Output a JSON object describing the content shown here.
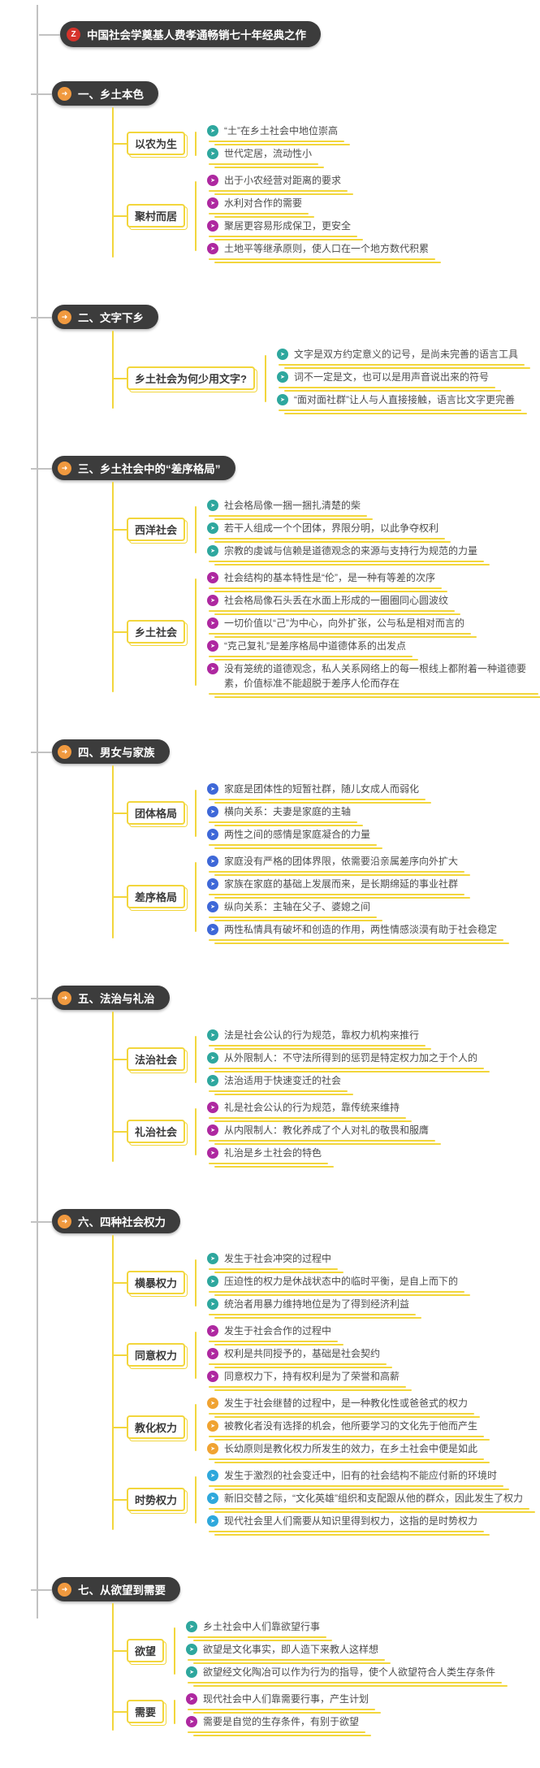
{
  "title": {
    "text": "中国社会学奠基人费孝通畅销七十年经典之作"
  },
  "icons": {
    "title_badge": "red-circle-Z-badge",
    "topic_arrow": "orange-circle-right-arrow",
    "leaf_marker": "colored-circle-arrow"
  },
  "colors": {
    "spine_grey": "#c2c2c2",
    "branch_yellow": "#f2d63c",
    "pill_bg": "#3c3c3c",
    "pill_icon_orange": "#f0993f",
    "title_icon_red": "#d6332b",
    "marker_teal": "#2ea79e",
    "marker_magenta": "#ae28a0",
    "marker_blue": "#3e68d8",
    "marker_orange": "#f0a332",
    "marker_lightblue": "#2fa8dc"
  },
  "sections": [
    {
      "label": "一、乡土本色",
      "subtopics": [
        {
          "label": "以农为生",
          "icon_color": "#2ea79e",
          "leaves": [
            "“土”在乡土社会中地位崇高",
            "世代定居，流动性小"
          ]
        },
        {
          "label": "聚村而居",
          "icon_color": "#ae28a0",
          "leaves": [
            "出于小农经营对距离的要求",
            "水利对合作的需要",
            "聚居更容易形成保卫，更安全",
            "土地平等继承原则，使人口在一个地方数代积累"
          ]
        }
      ]
    },
    {
      "label": "二、文字下乡",
      "subtopics": [
        {
          "label": "乡土社会为何少用文字?",
          "icon_color": "#2ea79e",
          "leaves": [
            "文字是双方约定意义的记号，是尚未完善的语言工具",
            "词不一定是文，也可以是用声音说出来的符号",
            "“面对面社群”让人与人直接接触，语言比文字更完善"
          ]
        }
      ]
    },
    {
      "label": "三、乡土社会中的“差序格局”",
      "subtopics": [
        {
          "label": "西洋社会",
          "icon_color": "#2ea79e",
          "leaves": [
            "社会格局像一捆一捆扎清楚的柴",
            "若干人组成一个个团体，界限分明，以此争夺权利",
            "宗教的虔诚与信赖是道德观念的来源与支持行为规范的力量"
          ]
        },
        {
          "label": "乡土社会",
          "icon_color": "#ae28a0",
          "leaves": [
            "社会结构的基本特性是“伦”，是一种有等差的次序",
            "社会格局像石头丢在水面上形成的一圈圈同心圆波纹",
            "一切价值以“己”为中心，向外扩张，公与私是相对而言的",
            "“克己复礼”是差序格局中道德体系的出发点",
            "没有笼统的道德观念，私人关系网络上的每一根线上都附着一种道德要素，价值标准不能超脱于差序人伦而存在"
          ]
        }
      ]
    },
    {
      "label": "四、男女与家族",
      "subtopics": [
        {
          "label": "团体格局",
          "icon_color": "#3e68d8",
          "leaves": [
            "家庭是团体性的短暂社群，随儿女成人而弱化",
            "横向关系：夫妻是家庭的主轴",
            "两性之间的感情是家庭凝合的力量"
          ]
        },
        {
          "label": "差序格局",
          "icon_color": "#3e68d8",
          "leaves": [
            "家庭没有严格的团体界限，依需要沿亲属差序向外扩大",
            "家族在家庭的基础上发展而来，是长期绵延的事业社群",
            "纵向关系：主轴在父子、婆媳之间",
            "两性私情具有破坏和创造的作用，两性情感淡漠有助于社会稳定"
          ]
        }
      ]
    },
    {
      "label": "五、法治与礼治",
      "subtopics": [
        {
          "label": "法治社会",
          "icon_color": "#2ea79e",
          "leaves": [
            "法是社会公认的行为规范，靠权力机构来推行",
            "从外限制人：不守法所得到的惩罚是特定权力加之于个人的",
            "法治适用于快速变迁的社会"
          ]
        },
        {
          "label": "礼治社会",
          "icon_color": "#ae28a0",
          "leaves": [
            "礼是社会公认的行为规范，靠传统来维持",
            "从内限制人：教化养成了个人对礼的敬畏和服膺",
            "礼治是乡土社会的特色"
          ]
        }
      ]
    },
    {
      "label": "六、四种社会权力",
      "subtopics": [
        {
          "label": "横暴权力",
          "icon_color": "#2ea79e",
          "leaves": [
            "发生于社会冲突的过程中",
            "压迫性的权力是休战状态中的临时平衡，是自上而下的",
            "统治者用暴力维持地位是为了得到经济利益"
          ]
        },
        {
          "label": "同意权力",
          "icon_color": "#ae28a0",
          "leaves": [
            "发生于社会合作的过程中",
            "权利是共同授予的，基础是社会契约",
            "同意权力下，持有权利是为了荣誉和高薪"
          ]
        },
        {
          "label": "教化权力",
          "icon_color": "#f0a332",
          "leaves": [
            "发生于社会继替的过程中，是一种教化性或爸爸式的权力",
            "被教化者没有选择的机会，他所要学习的文化先于他而产生",
            "长幼原则是教化权力所发生的效力，在乡土社会中便是如此"
          ]
        },
        {
          "label": "时势权力",
          "icon_color": "#2fa8dc",
          "leaves": [
            "发生于激烈的社会变迁中，旧有的社会结构不能应付新的环境时",
            "新旧交替之际，“文化英雄”组织和支配跟从他的群众，因此发生了权力",
            "现代社会里人们需要从知识里得到权力，这指的是时势权力"
          ]
        }
      ]
    },
    {
      "label": "七、从欲望到需要",
      "subtopics": [
        {
          "label": "欲望",
          "icon_color": "#2ea79e",
          "leaves": [
            "乡土社会中人们靠欲望行事",
            "欲望是文化事实，即人造下来教人这样想",
            "欲望经文化陶冶可以作为行为的指导，使个人欲望符合人类生存条件"
          ]
        },
        {
          "label": "需要",
          "icon_color": "#ae28a0",
          "leaves": [
            "现代社会中人们靠需要行事，产生计划",
            "需要是自觉的生存条件，有别于欲望"
          ]
        }
      ]
    }
  ]
}
